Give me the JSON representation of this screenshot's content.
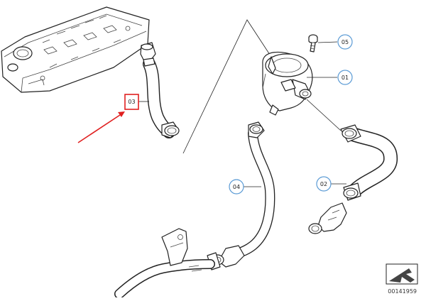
{
  "callouts": [
    {
      "id": "01",
      "label": "01"
    },
    {
      "id": "02",
      "label": "02"
    },
    {
      "id": "03",
      "label": "03"
    },
    {
      "id": "04",
      "label": "04"
    },
    {
      "id": "05",
      "label": "05"
    }
  ],
  "diagram_number": "00141959",
  "colors": {
    "callout_border": "#5b9bd5",
    "highlight": "#e02020",
    "line": "#222222"
  },
  "icons": [
    "valve-cover-drawing",
    "red-arrow-indicator",
    "corner-arrow-icon"
  ]
}
